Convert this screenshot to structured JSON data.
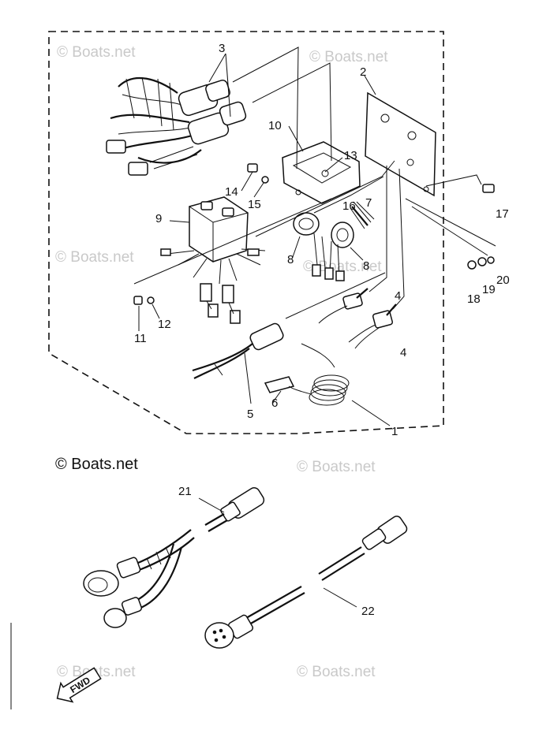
{
  "watermarks": {
    "brand": "© Boats.net",
    "main_credit": "© Boats.net"
  },
  "fwd_badge": "FWD",
  "callouts": {
    "c1": "1",
    "c2": "2",
    "c3": "3",
    "c4a": "4",
    "c4b": "4",
    "c5": "5",
    "c6": "6",
    "c7": "7",
    "c8a": "8",
    "c8b": "8",
    "c9": "9",
    "c10": "10",
    "c11": "11",
    "c12": "12",
    "c13": "13",
    "c14": "14",
    "c15": "15",
    "c16": "16",
    "c17": "17",
    "c18": "18",
    "c19": "19",
    "c20": "20",
    "c21": "21",
    "c22": "22"
  }
}
